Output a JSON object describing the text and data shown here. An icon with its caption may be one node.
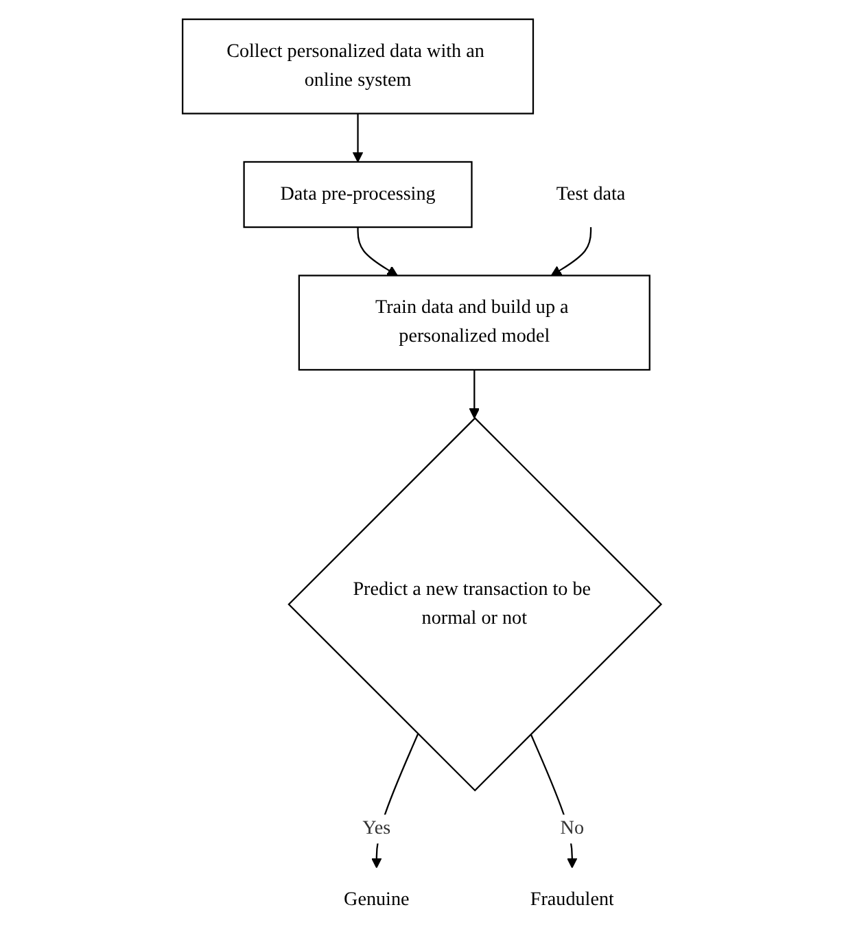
{
  "diagram": {
    "nodes": [
      {
        "text": [
          "Collect personalized data with an online system"
        ]
      },
      {
        "text": [
          "Data pre-processing"
        ]
      },
      {
        "text": [
          "Train data and build up a personalized model"
        ]
      },
      {
        "text": [
          "Test data"
        ]
      },
      {
        "text": [
          "Predict a new transaction to be normal or not"
        ]
      },
      {
        "text": [
          "Genuine"
        ]
      },
      {
        "text": [
          "Fraudulent"
        ]
      }
    ],
    "edges": [
      {
        "from": 0,
        "to": 1,
        "arrow": "to"
      },
      {
        "from": 1,
        "to": 2,
        "arrow": "to"
      },
      {
        "from": 3,
        "to": 2,
        "arrow": "to"
      },
      {
        "from": 2,
        "to": 4,
        "arrow": "to"
      },
      {
        "from": 4,
        "to": 5,
        "arrow": "to",
        "label": "Yes"
      },
      {
        "from": 4,
        "to": 6,
        "arrow": "to",
        "label": "No"
      }
    ]
  }
}
